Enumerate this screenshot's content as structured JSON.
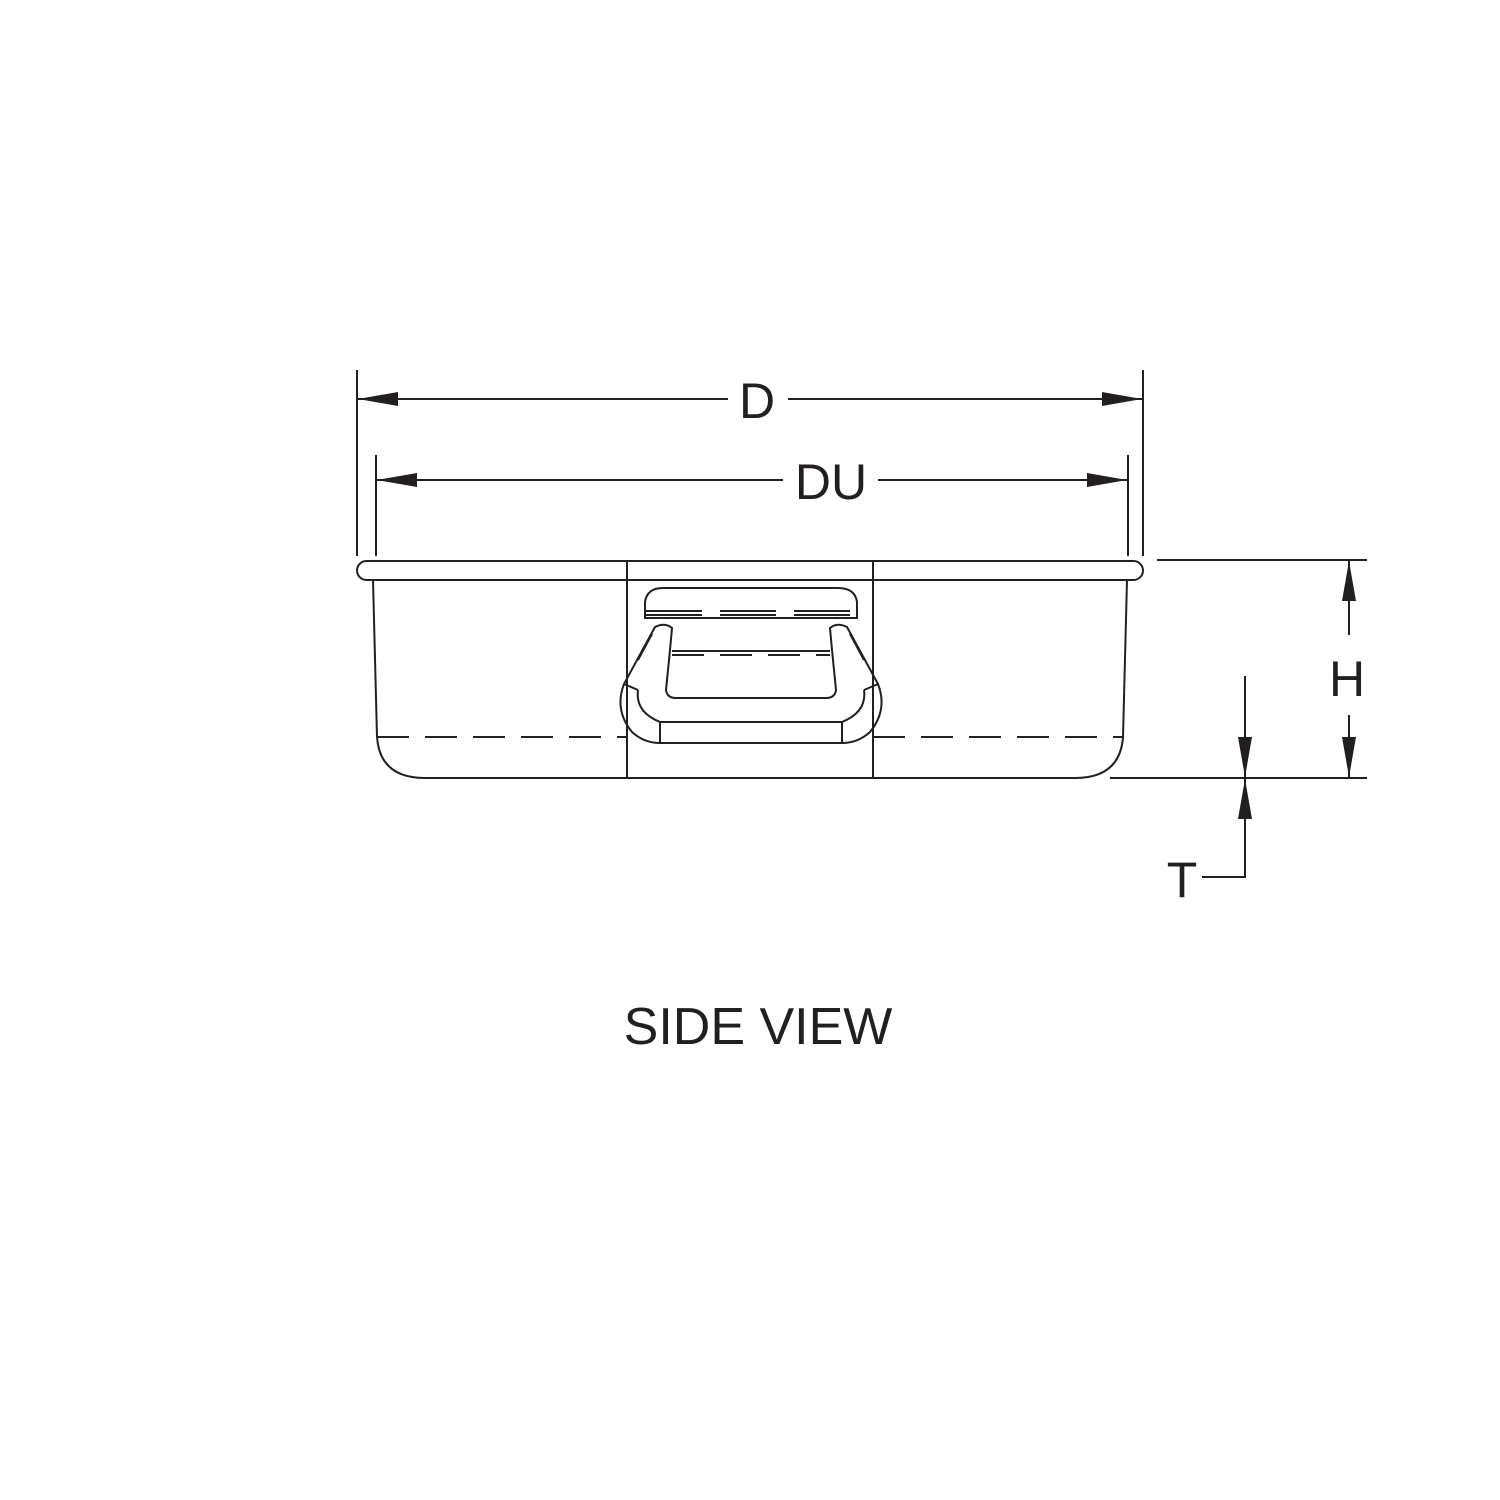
{
  "labels": {
    "overall_diameter": "D",
    "upper_diameter": "DU",
    "height": "H",
    "thickness": "T",
    "view_title": "SIDE VIEW"
  },
  "colors": {
    "line": "#231f20",
    "background": "#ffffff"
  }
}
